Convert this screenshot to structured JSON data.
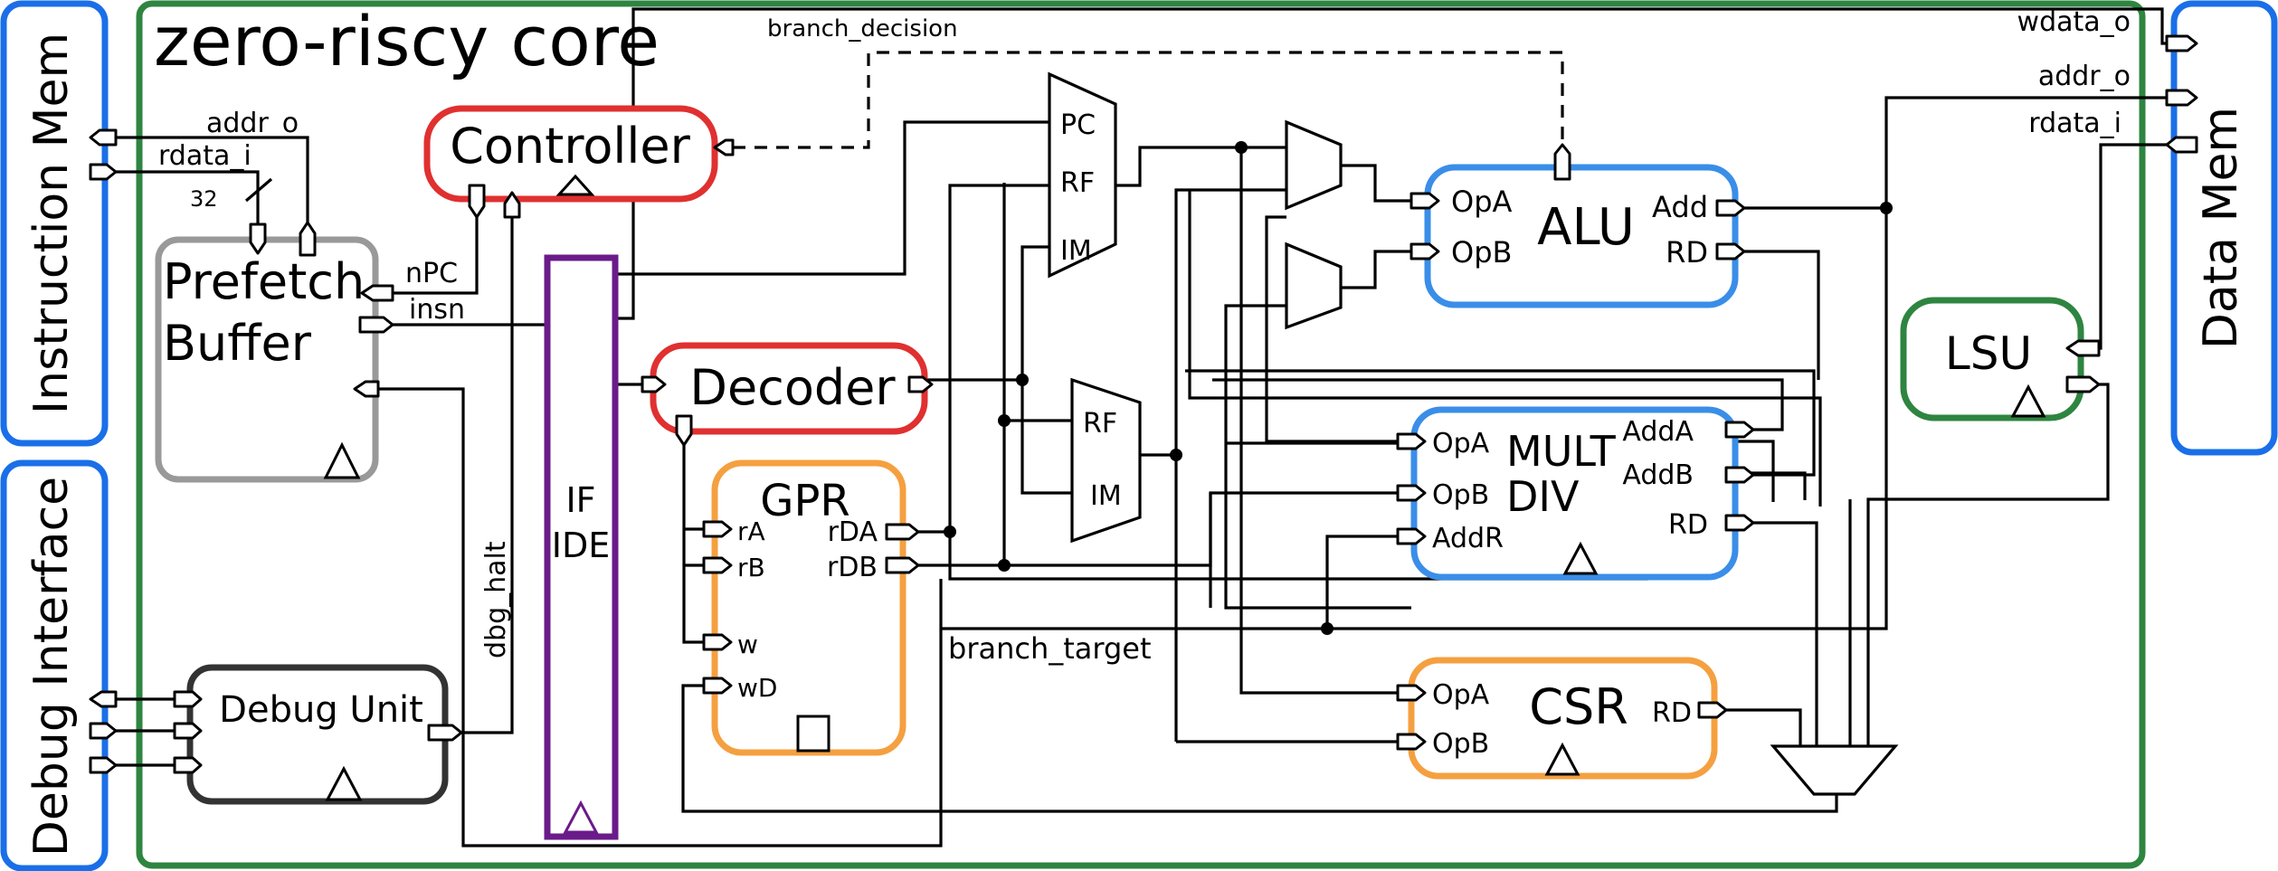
{
  "core": {
    "title": "zero-riscy core",
    "color": "#2e8540"
  },
  "external": {
    "instruction_mem": "Instruction Mem",
    "debug_interface": "Debug Interface",
    "data_mem": "Data Mem",
    "color": "#1a6fe8"
  },
  "blocks": {
    "controller": "Controller",
    "prefetch_line1": "Prefetch",
    "prefetch_line2": "Buffer",
    "if_line1": "IF",
    "if_line2": "IDE",
    "decoder": "Decoder",
    "gpr": "GPR",
    "debug_unit": "Debug Unit",
    "alu": "ALU",
    "mult_line1": "MULT",
    "mult_line2": "DIV",
    "csr": "CSR",
    "lsu": "LSU"
  },
  "ports": {
    "pc": "PC",
    "rf": "RF",
    "im": "IM",
    "rf2": "RF",
    "im2": "IM",
    "alu_opa": "OpA",
    "alu_opb": "OpB",
    "alu_add": "Add",
    "alu_rd": "RD",
    "md_opa": "OpA",
    "md_opb": "OpB",
    "md_addr": "AddR",
    "md_adda": "AddA",
    "md_addb": "AddB",
    "md_rd": "RD",
    "csr_opa": "OpA",
    "csr_opb": "OpB",
    "csr_rd": "RD",
    "gpr_ra": "rA",
    "gpr_rb": "rB",
    "gpr_w": "w",
    "gpr_wd": "wD",
    "gpr_rda": "rDA",
    "gpr_rdb": "rDB"
  },
  "signals": {
    "addr_o": "addr_o",
    "rdata_i": "rdata_i",
    "bus_width": "32",
    "npc": "nPC",
    "insn": "insn",
    "dbg_halt": "dbg_halt",
    "branch_decision": "branch_decision",
    "branch_target": "branch_target",
    "wdata_o": "wdata_o",
    "dm_addr_o": "addr_o",
    "dm_rdata_i": "rdata_i"
  },
  "colors": {
    "controller": "#e03030",
    "decoder": "#e03030",
    "prefetch": "#999999",
    "if_ide": "#6a1b8a",
    "gpr": "#f5a040",
    "csr": "#f5a040",
    "debug_unit": "#333333",
    "alu": "#3a8ee8",
    "mult_div": "#3a8ee8",
    "lsu": "#2e8540"
  }
}
